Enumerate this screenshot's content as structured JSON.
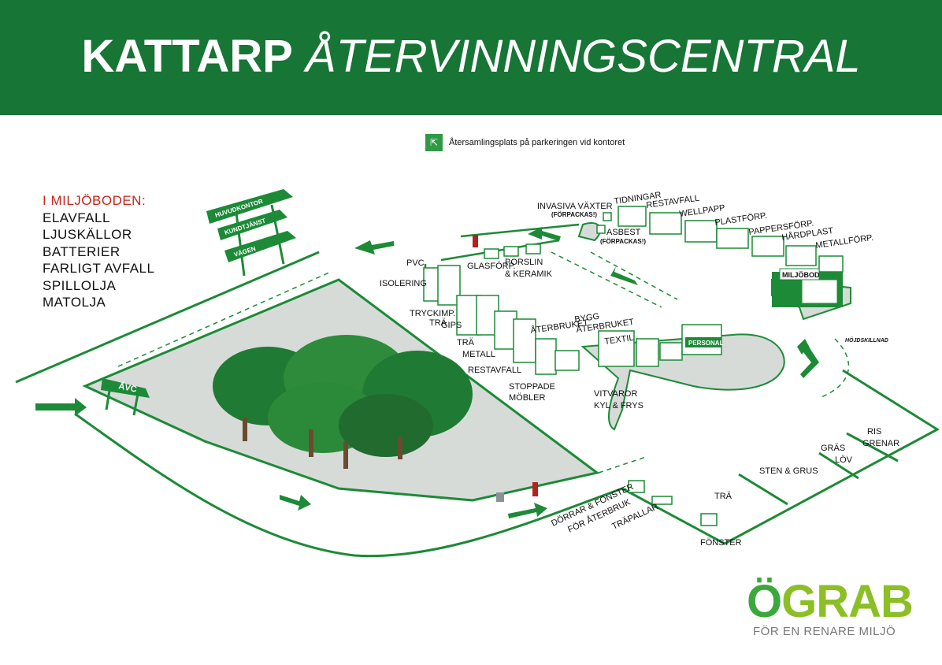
{
  "header": {
    "title_bold": "KATTARP",
    "title_italic": "ÅTERVINNINGSCENTRAL"
  },
  "assembly_point": {
    "icon": "assembly-point-icon",
    "text": "Återsamlingsplats på parkeringen vid kontoret"
  },
  "legend": {
    "heading": "I MILJÖBODEN:",
    "items": [
      "ELAVFALL",
      "LJUSKÄLLOR",
      "BATTERIER",
      "FARLIGT AVFALL",
      "SPILLOLJA",
      "MATOLJA"
    ]
  },
  "signs": {
    "huvudkontor": "HUVUDKONTOR",
    "kundtjanst": "KUNDTJÄNST",
    "vagen": "VÄGEN",
    "avc": "ÅVC"
  },
  "labels": {
    "invasiva": "INVASIVA VÄXTER",
    "invasiva_note": "(FÖRPACKAS!)",
    "asbest": "ASBEST",
    "asbest_note": "(FÖRPACKAS!)",
    "tidningar": "TIDNINGAR",
    "restavfall_top": "RESTAVFALL",
    "wellpapp": "WELLPAPP",
    "plastforp": "PLASTFÖRP.",
    "pappersforp": "PAPPERSFÖRP.",
    "hardplast": "HÅRDPLAST",
    "metallforp": "METALLFÖRP.",
    "miljobod": "MILJÖBOD",
    "pvc": "PVC",
    "isolering": "ISOLERING",
    "tryckimp": "TRYCKIMP.",
    "tryckimp2": "TRÄ",
    "gips": "GIPS",
    "tra": "TRÄ",
    "metall": "METALL",
    "restavfall": "RESTAVFALL",
    "stoppade": "STOPPADE",
    "mobler": "MÖBLER",
    "glasforp": "GLASFÖRP.",
    "porslin": "PORSLIN",
    "keramik": "& KERAMIK",
    "aterbruket": "ÅTERBRUKET",
    "bygg": "BYGG",
    "bygg2": "ÅTERBRUKET",
    "textil": "TEXTIL",
    "personal": "PERSONAL",
    "vitvaror": "VITVAROR",
    "kyl": "KYL & FRYS",
    "hojdskillnad": "HÖJDSKILLNAD",
    "dorrar": "DÖRRAR & FÖNSTER",
    "dorrar2": "FÖR ÅTERBRUK",
    "trapallar": "TRÄPALLAR",
    "fonster": "FÖNSTER",
    "tra_yard": "TRÄ",
    "sten": "STEN & GRUS",
    "gras": "GRÄS",
    "lov": "LÖV",
    "ris": "RIS",
    "grenar": "GRENAR"
  },
  "logo": {
    "name": "ÖGRAB",
    "tagline": "FÖR EN RENARE MILJÖ"
  },
  "colors": {
    "brand": "#177535",
    "line": "#1c8a36",
    "area": "#d6dbd8",
    "alert": "#c8241b"
  }
}
